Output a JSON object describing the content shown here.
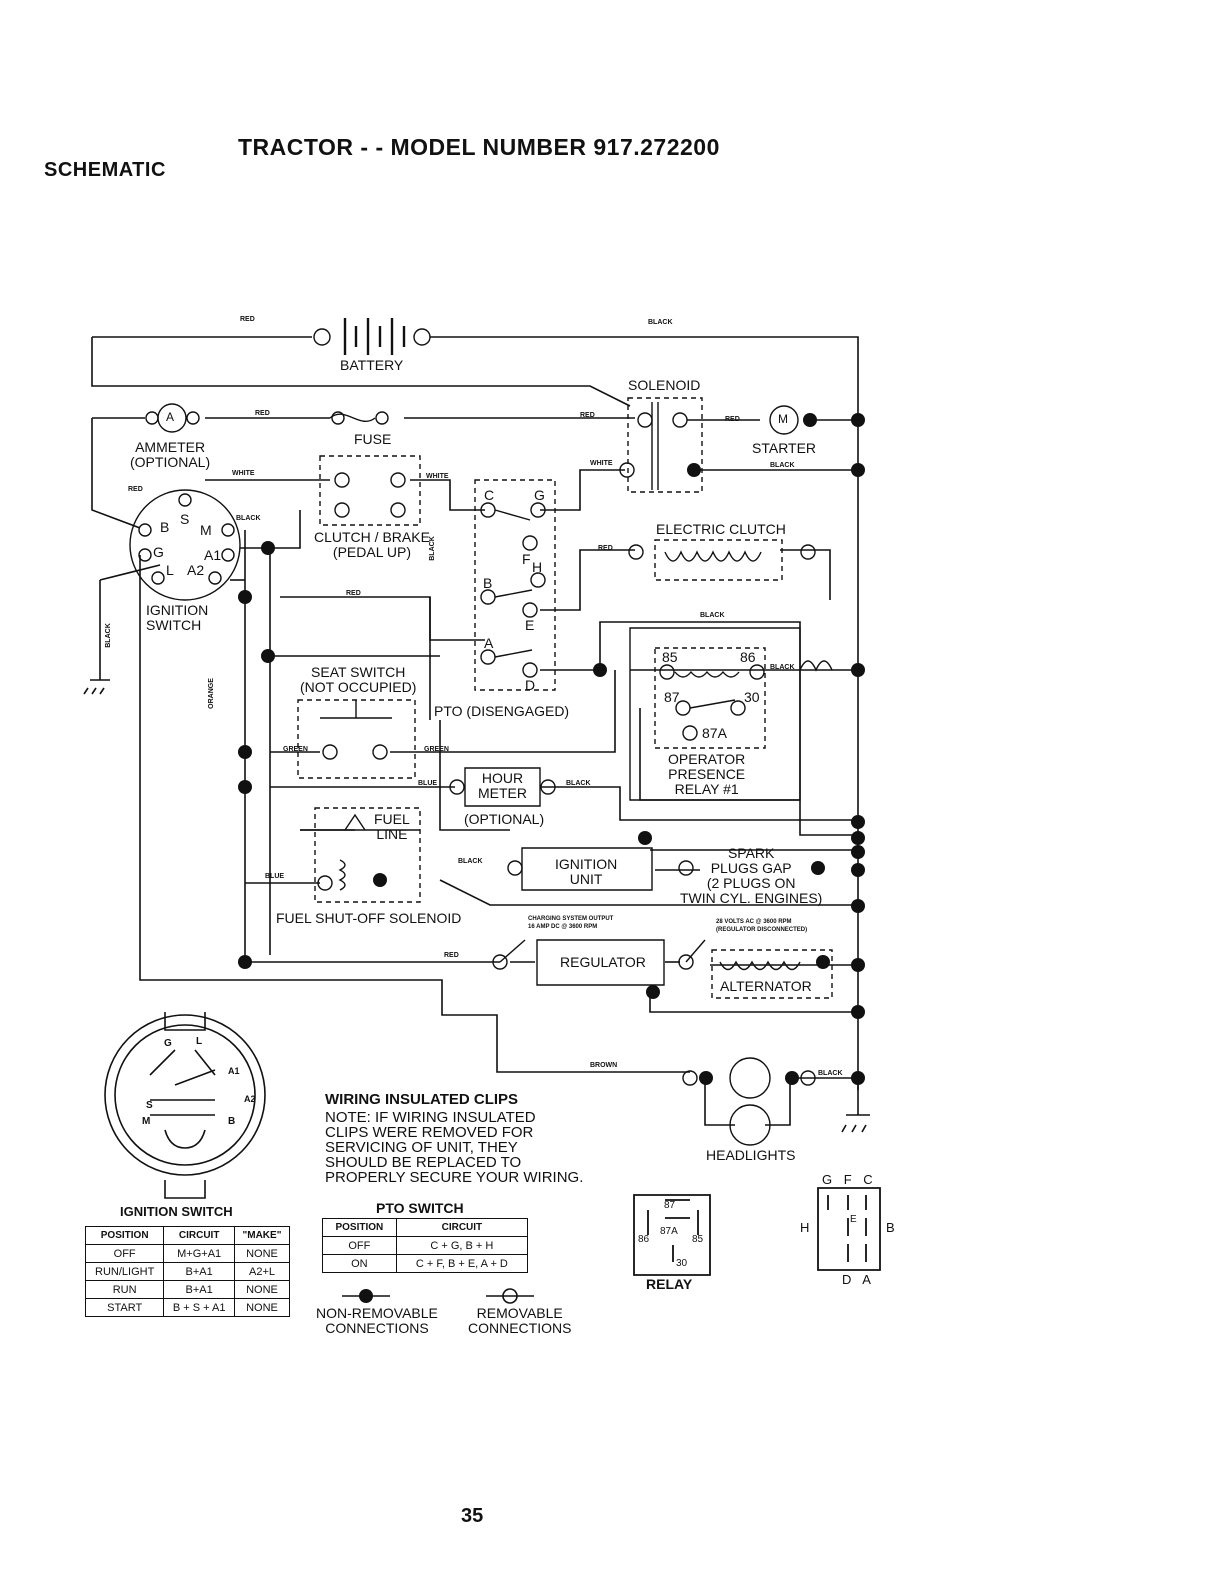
{
  "header": {
    "title": "TRACTOR - - MODEL NUMBER 917.272200",
    "section": "SCHEMATIC"
  },
  "components": {
    "battery": "BATTERY",
    "solenoid": "SOLENOID",
    "ammeter": [
      "AMMETER",
      "(OPTIONAL)"
    ],
    "ammeter_symbol": "A",
    "fuse": "FUSE",
    "starter": "STARTER",
    "starter_symbol": "M",
    "clutch_brake": [
      "CLUTCH / BRAKE",
      "(PEDAL UP)"
    ],
    "electric_clutch": "ELECTRIC CLUTCH",
    "ignition_switch": [
      "IGNITION",
      "SWITCH"
    ],
    "seat_switch": [
      "SEAT SWITCH",
      "(NOT OCCUPIED)"
    ],
    "pto": "PTO (DISENGAGED)",
    "operator_relay": [
      "OPERATOR",
      "PRESENCE",
      "RELAY #1"
    ],
    "hour_meter": [
      "HOUR",
      "METER"
    ],
    "hour_meter_opt": "(OPTIONAL)",
    "fuel_line": [
      "FUEL",
      "LINE"
    ],
    "fuel_solenoid": "FUEL SHUT-OFF SOLENOID",
    "ignition_unit": [
      "IGNITION",
      "UNIT"
    ],
    "spark_plugs": [
      "SPARK",
      "PLUGS GAP",
      "(2 PLUGS ON",
      "TWIN CYL. ENGINES)"
    ],
    "charging": [
      "CHARGING SYSTEM OUTPUT",
      "16 AMP DC @ 3600 RPM"
    ],
    "volts": [
      "28 VOLTS AC @ 3600 RPM",
      "(REGULATOR DISCONNECTED)"
    ],
    "regulator": "REGULATOR",
    "alternator": "ALTERNATOR",
    "headlights": "HEADLIGHTS"
  },
  "terminals": {
    "ignition": [
      "B",
      "S",
      "M",
      "G",
      "A1",
      "L",
      "A2"
    ],
    "pto": [
      "C",
      "G",
      "F",
      "H",
      "B",
      "E",
      "A",
      "D"
    ],
    "relay": [
      "85",
      "86",
      "87",
      "30",
      "87A"
    ]
  },
  "wires": {
    "red": "RED",
    "black": "BLACK",
    "white": "WHITE",
    "green": "GREEN",
    "blue": "BLUE",
    "orange": "ORANGE",
    "brown": "BROWN"
  },
  "plug": {
    "letters": [
      "G",
      "L",
      "A1",
      "A2",
      "S",
      "M",
      "B"
    ],
    "label": "IGNITION SWITCH"
  },
  "ignition_table": {
    "headers": [
      "POSITION",
      "CIRCUIT",
      "\"MAKE\""
    ],
    "rows": [
      [
        "OFF",
        "M+G+A1",
        "NONE"
      ],
      [
        "RUN/LIGHT",
        "B+A1",
        "A2+L"
      ],
      [
        "RUN",
        "B+A1",
        "NONE"
      ],
      [
        "START",
        "B + S + A1",
        "NONE"
      ]
    ]
  },
  "notes": {
    "heading": "WIRING INSULATED CLIPS",
    "lines": [
      "NOTE: IF WIRING INSULATED",
      "CLIPS WERE REMOVED FOR",
      "SERVICING OF UNIT, THEY",
      "SHOULD BE REPLACED TO",
      "PROPERLY SECURE YOUR WIRING."
    ]
  },
  "pto_table": {
    "title": "PTO SWITCH",
    "headers": [
      "POSITION",
      "CIRCUIT"
    ],
    "rows": [
      [
        "OFF",
        "C + G, B + H"
      ],
      [
        "ON",
        "C + F, B + E, A + D"
      ]
    ]
  },
  "legend": {
    "non_removable": [
      "NON-REMOVABLE",
      "CONNECTIONS"
    ],
    "removable": [
      "REMOVABLE",
      "CONNECTIONS"
    ]
  },
  "relay_diagram": {
    "label": "RELAY",
    "pins": [
      "87",
      "86",
      "87A",
      "85",
      "30"
    ]
  },
  "connector_diagram": {
    "top": "G F C",
    "left": "H",
    "mid": "E",
    "right": "B",
    "bottom": "D A"
  },
  "page_number": "35"
}
